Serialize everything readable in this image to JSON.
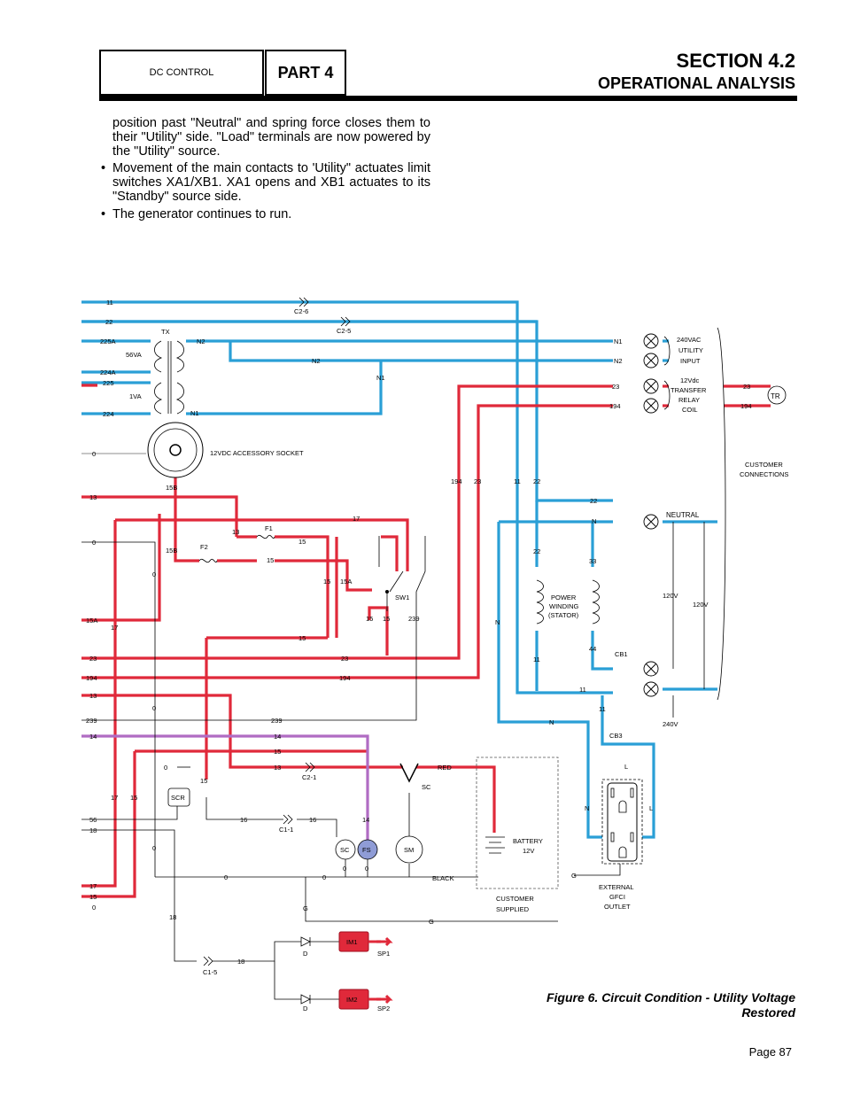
{
  "header": {
    "label": "DC CONTROL",
    "part": "PART 4",
    "section": "SECTION 4.2",
    "subtitle": "OPERATIONAL ANALYSIS"
  },
  "body": {
    "continuation": "position past \"Neutral\" and spring force closes them to their \"Utility\" side. \"Load\" terminals are now powered by the \"Utility\" source.",
    "bullets": [
      "Movement of the main contacts to 'Utility\" actuates limit switches XA1/XB1. XA1 opens and XB1 actuates to its \"Standby\" source side.",
      "The generator continues to run."
    ]
  },
  "diagram": {
    "left_wires": [
      "11",
      "22",
      "225A",
      "224A",
      "225",
      "224",
      "0",
      "13",
      "0",
      "15A",
      "23",
      "194",
      "13",
      "239",
      "14",
      "56",
      "18",
      "17",
      "15",
      "0"
    ],
    "connectors": [
      "C2-6",
      "C2-5",
      "C2-1",
      "C1-1",
      "C1-5"
    ],
    "tx": "TX",
    "tx_56va": "56VA",
    "tx_1va": "1VA",
    "n1": "N1",
    "n2": "N2",
    "socket": "12VDC ACCESSORY SOCKET",
    "fuses": [
      "F1",
      "F2"
    ],
    "sw1": "SW1",
    "scr": "SCR",
    "sc": "SC",
    "fs": "FS",
    "sm": "SM",
    "red": "RED",
    "black": "BLACK",
    "battery": [
      "BATTERY",
      "12V"
    ],
    "customer_supplied": [
      "CUSTOMER",
      "SUPPLIED"
    ],
    "im1": "IM1",
    "im2": "IM2",
    "sp1": "SP1",
    "sp2": "SP2",
    "d": "D",
    "g": "G",
    "utility_input": [
      "240VAC",
      "UTILITY",
      "INPUT"
    ],
    "relay_coil": [
      "12Vdc",
      "TRANSFER",
      "RELAY",
      "COIL"
    ],
    "tr": "TR",
    "customer_connections": [
      "CUSTOMER",
      "CONNECTIONS"
    ],
    "power_winding": [
      "POWER",
      "WINDING",
      "(STATOR)"
    ],
    "neutral": "NEUTRAL",
    "v120a": "120V",
    "v120b": "120V",
    "v240": "240V",
    "cb1": "CB1",
    "cb3": "CB3",
    "gfci": [
      "EXTERNAL",
      "GFCI",
      "OUTLET"
    ],
    "wire_nums": {
      "w11": "11",
      "w22": "22",
      "w23": "23",
      "w194": "194",
      "w33": "33",
      "w44": "44",
      "w15b": "15B",
      "w13": "13",
      "w15": "15",
      "w15a": "15A",
      "w17": "17",
      "w239": "239",
      "w14": "14",
      "w16": "16",
      "w18": "18",
      "w0": "0",
      "wN": "N",
      "wL": "L"
    }
  },
  "figure": {
    "caption_line1": "Figure 6. Circuit Condition - Utility Voltage",
    "caption_line2": "Restored"
  },
  "page": "Page 87",
  "colors": {
    "red_wire": "#e0293a",
    "blue_wire": "#2a9fd6",
    "purple_wire": "#b06cc3"
  }
}
